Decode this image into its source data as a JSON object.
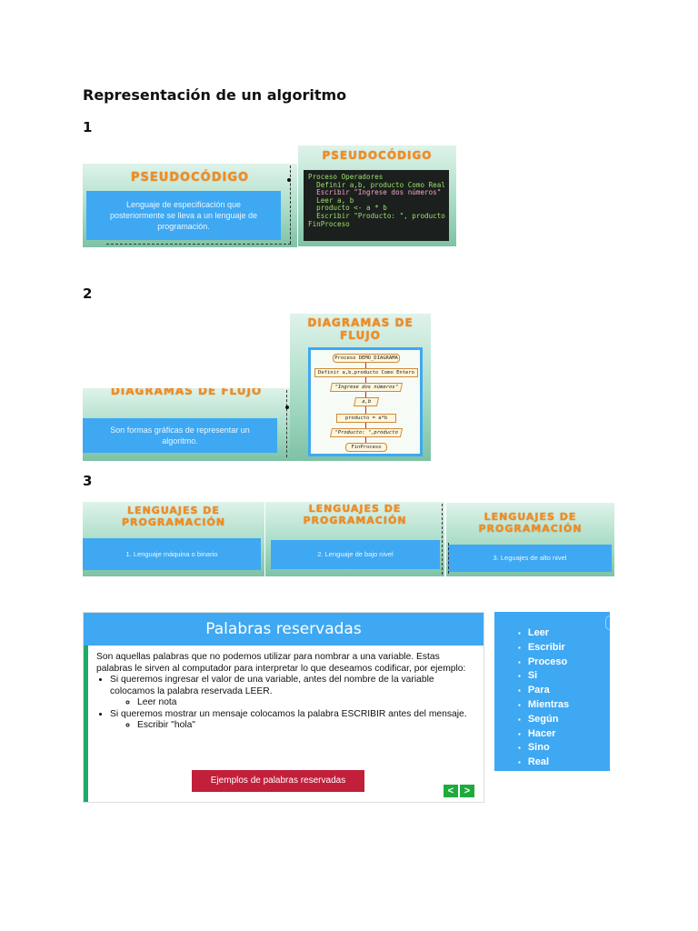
{
  "document": {
    "title": "Representación de un algoritmo",
    "sections": [
      "1",
      "2",
      "3"
    ]
  },
  "section1": {
    "left_slide": {
      "title": "PSEUDOCÓDIGO",
      "text": "Lenguaje de especificación que posteriormente se lleva a un lenguaje de programación."
    },
    "right_slide": {
      "title": "PSEUDOCÓDIGO",
      "code_lines": [
        "Proceso Operadores",
        "  Definir a,b, producto Como Real",
        "  Escribir \"Ingrese dos números\"",
        "  Leer a, b",
        "  producto <- a * b",
        "  Escribir \"Producto: \", producto",
        "FinProceso"
      ]
    }
  },
  "section2": {
    "left_slide": {
      "title": "DIAGRAMAS DE FLUJO",
      "text": "Son formas gráficas de representar un algoritmo."
    },
    "right_slide": {
      "title_line1": "DIAGRAMAS DE",
      "title_line2": "FLUJO",
      "nodes": [
        "Proceso DEMO_DIAGRAMA",
        "Definir a,b,producto Como Entero",
        "\"Ingrese dos números\"",
        "a,b",
        "producto = a*b",
        "\"Producto: \",producto",
        "FinProceso"
      ]
    }
  },
  "section3": {
    "slides": [
      {
        "title_line1": "LENGUAJES DE",
        "title_line2": "PROGRAMACIÓN",
        "text": "1. Lenguaje máquina o binario"
      },
      {
        "title_line1": "LENGUAJES DE",
        "title_line2": "PROGRAMACIÓN",
        "text": "2. Lenguaje de bajo nivel"
      },
      {
        "title_line1": "LENGUAJES DE",
        "title_line2": "PROGRAMACIÓN",
        "text": "3. Leguajes de alto nivel"
      }
    ]
  },
  "reserved": {
    "heading": "Palabras reservadas",
    "intro": "Son aquellas palabras que no podemos utilizar para nombrar a una variable. Estas palabras le sirven al computador para interpretar lo que deseamos codificar, por ejemplo:",
    "bullet1": "Si queremos ingresar el valor de una variable, antes del nombre de la variable colocamos la palabra reservada LEER.",
    "sub1": "Leer nota",
    "bullet2": "Si queremos mostrar un mensaje colocamos la palabra ESCRIBIR antes del mensaje.",
    "sub2": "Escribir \"hola\"",
    "button": "Ejemplos de palabras reservadas",
    "prev": "<",
    "next": ">"
  },
  "keywords": [
    "Leer",
    "Escribir",
    "Proceso",
    "Si",
    "Para",
    "Mientras",
    "Según",
    "Hacer",
    "Sino",
    "Real"
  ]
}
